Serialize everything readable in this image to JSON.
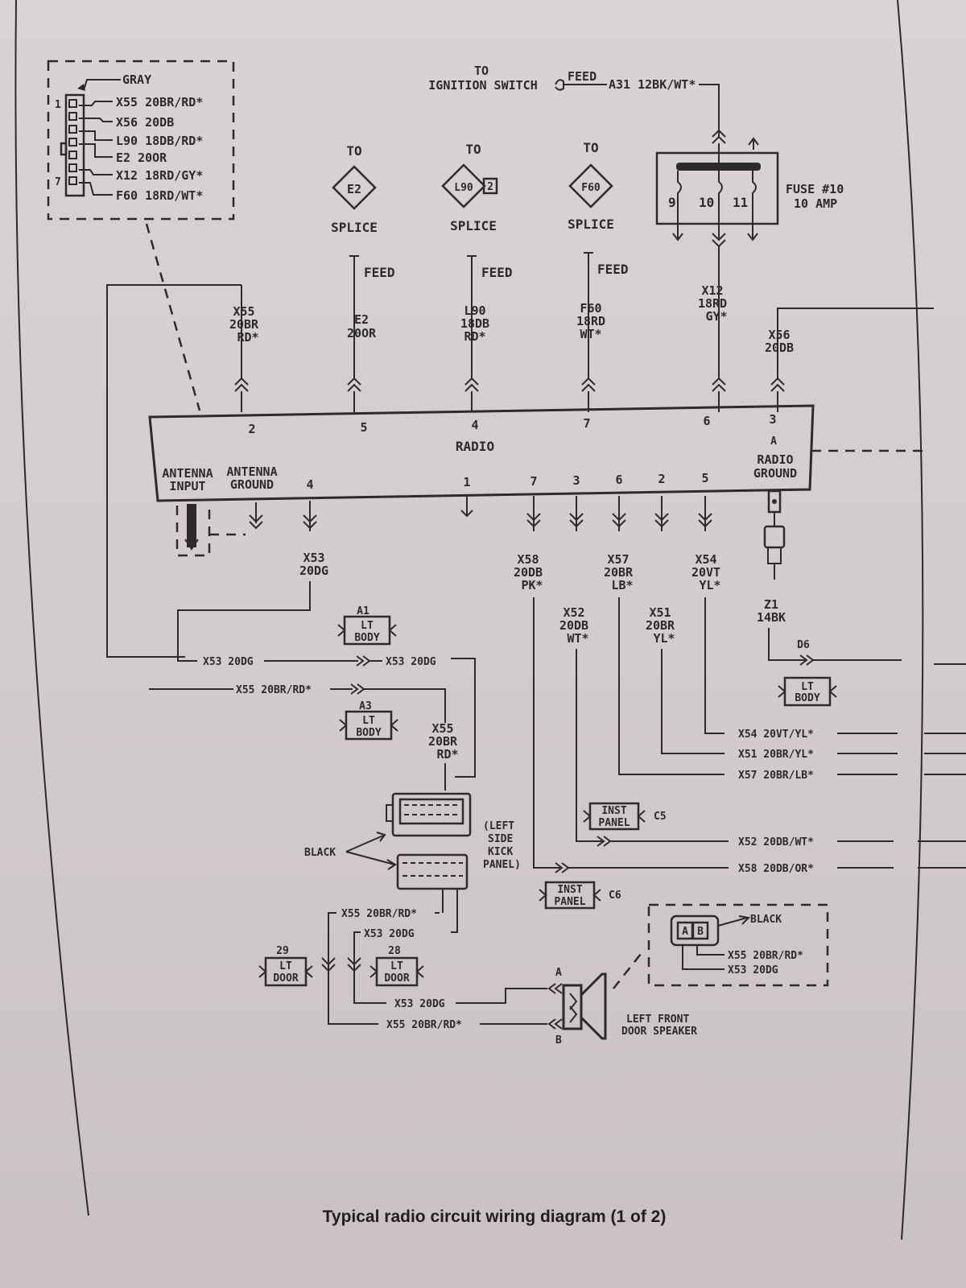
{
  "caption": "Typical radio circuit wiring diagram (1 of 2)",
  "inset_connector": {
    "gray": "GRAY",
    "pin_first": "1",
    "pin_last": "7",
    "wires": [
      "X55 20BR/RD*",
      "X56 20DB",
      "L90 18DB/RD*",
      "E2 20OR",
      "X12 18RD/GY*",
      "F60 18RD/WT*"
    ]
  },
  "ignition": {
    "to": "TO",
    "switch": "IGNITION SWITCH",
    "feed": "FEED",
    "wire": "A31 12BK/WT*"
  },
  "fuse": {
    "label": "FUSE #10",
    "amp": "10 AMP",
    "pins": [
      "9",
      "10",
      "11"
    ]
  },
  "splices": [
    {
      "to": "TO",
      "code": "E2",
      "suffix": "",
      "splice": "SPLICE",
      "feed": "FEED",
      "wire": [
        "E2",
        "20OR"
      ]
    },
    {
      "to": "TO",
      "code": "L90",
      "suffix": "2",
      "splice": "SPLICE",
      "feed": "FEED",
      "wire": [
        "L90",
        "18DB",
        "RD*"
      ]
    },
    {
      "to": "TO",
      "code": "F60",
      "suffix": "",
      "splice": "SPLICE",
      "feed": "FEED",
      "wire": [
        "F60",
        "18RD",
        "WT*"
      ]
    }
  ],
  "top_wires": {
    "x55": [
      "X55",
      "20BR",
      "RD*"
    ],
    "x12": [
      "X12",
      "18RD",
      "GY*"
    ],
    "x56": [
      "X56",
      "20DB"
    ]
  },
  "radio": {
    "name": "RADIO",
    "top_pins": [
      "2",
      "5",
      "4",
      "7",
      "6",
      "3"
    ],
    "connector_a": "A",
    "radio_ground": [
      "RADIO",
      "GROUND"
    ],
    "antenna_input": [
      "ANTENNA",
      "INPUT"
    ],
    "antenna_ground": [
      "ANTENNA",
      "GROUND"
    ],
    "bottom_pins": [
      "4",
      "1",
      "7",
      "3",
      "6",
      "2",
      "5"
    ]
  },
  "bottom_wires": {
    "x53": [
      "X53",
      "20DG"
    ],
    "x58": [
      "X58",
      "20DB",
      "PK*"
    ],
    "x52": [
      "X52",
      "20DB",
      "WT*"
    ],
    "x57": [
      "X57",
      "20BR",
      "LB*"
    ],
    "x51": [
      "X51",
      "20BR",
      "YL*"
    ],
    "x54": [
      "X54",
      "20VT",
      "YL*"
    ],
    "z1": [
      "Z1",
      "14BK"
    ],
    "d6": "D6"
  },
  "panels": {
    "a1": {
      "id": "A1",
      "lines": [
        "LT",
        "BODY"
      ]
    },
    "a3": {
      "id": "A3",
      "lines": [
        "LT",
        "BODY"
      ]
    },
    "ground_body": {
      "lines": [
        "LT",
        "BODY"
      ]
    },
    "c5": {
      "id": "C5",
      "lines": [
        "INST",
        "PANEL"
      ]
    },
    "c6": {
      "id": "C6",
      "lines": [
        "INST",
        "PANEL"
      ]
    },
    "door29": {
      "id": "29",
      "lines": [
        "LT",
        "DOOR"
      ]
    },
    "door28": {
      "id": "28",
      "lines": [
        "LT",
        "DOOR"
      ]
    }
  },
  "harness_labels": {
    "x53_left": "X53 20DG",
    "x53_right": "X53 20DG",
    "x55_run": "X55 20BR/RD*",
    "x55_vert": [
      "X55",
      "20BR",
      "RD*"
    ],
    "black": "BLACK",
    "kick_panel": [
      "(LEFT",
      "SIDE",
      "KICK",
      "PANEL)"
    ],
    "out_x54": "X54 20VT/YL*",
    "out_x51": "X51 20BR/YL*",
    "out_x57": "X57 20BR/LB*",
    "out_x52": "X52 20DB/WT*",
    "out_x58": "X58 20DB/OR*"
  },
  "door_wiring": {
    "x55_a": "X55 20BR/RD*",
    "x53_a": "X53 20DG",
    "x53_b": "X53 20DG",
    "x55_b": "X55 20BR/RD*"
  },
  "speaker": {
    "title": [
      "LEFT FRONT",
      "DOOR SPEAKER"
    ],
    "pin_a": "A",
    "pin_b": "B",
    "connector_color": "BLACK",
    "plug_pins": [
      "A",
      "B"
    ],
    "wires": [
      "X55 20BR/RD*",
      "X53 20DG"
    ]
  }
}
